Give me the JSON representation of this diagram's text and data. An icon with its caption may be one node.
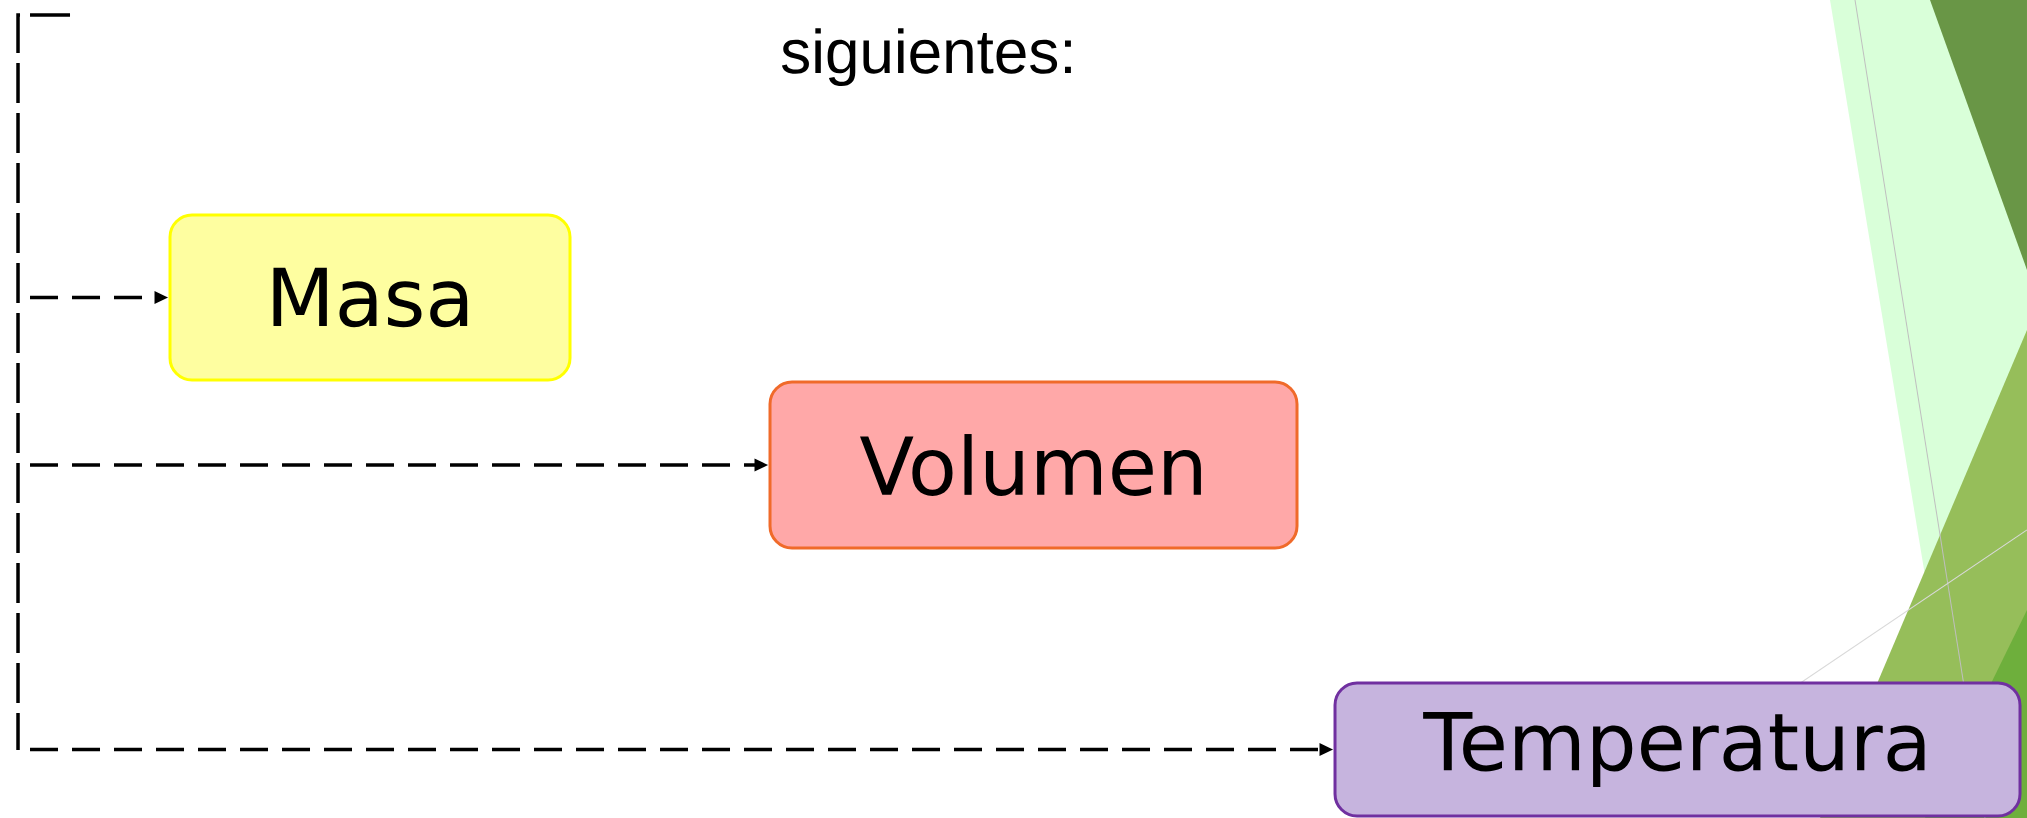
{
  "diagram": {
    "nodes": [
      {
        "text": [
          "Masa"
        ]
      },
      {
        "text": [
          "Volumen"
        ]
      },
      {
        "text": [
          "Temperatura"
        ]
      }
    ],
    "edges": [
      {
        "from": null,
        "to": 0,
        "arrow": "to",
        "style": "dashed"
      },
      {
        "from": null,
        "to": 1,
        "arrow": "to",
        "style": "dashed"
      },
      {
        "from": null,
        "to": 2,
        "arrow": "to",
        "style": "dashed"
      }
    ],
    "labels": [
      "siguientes:"
    ]
  }
}
